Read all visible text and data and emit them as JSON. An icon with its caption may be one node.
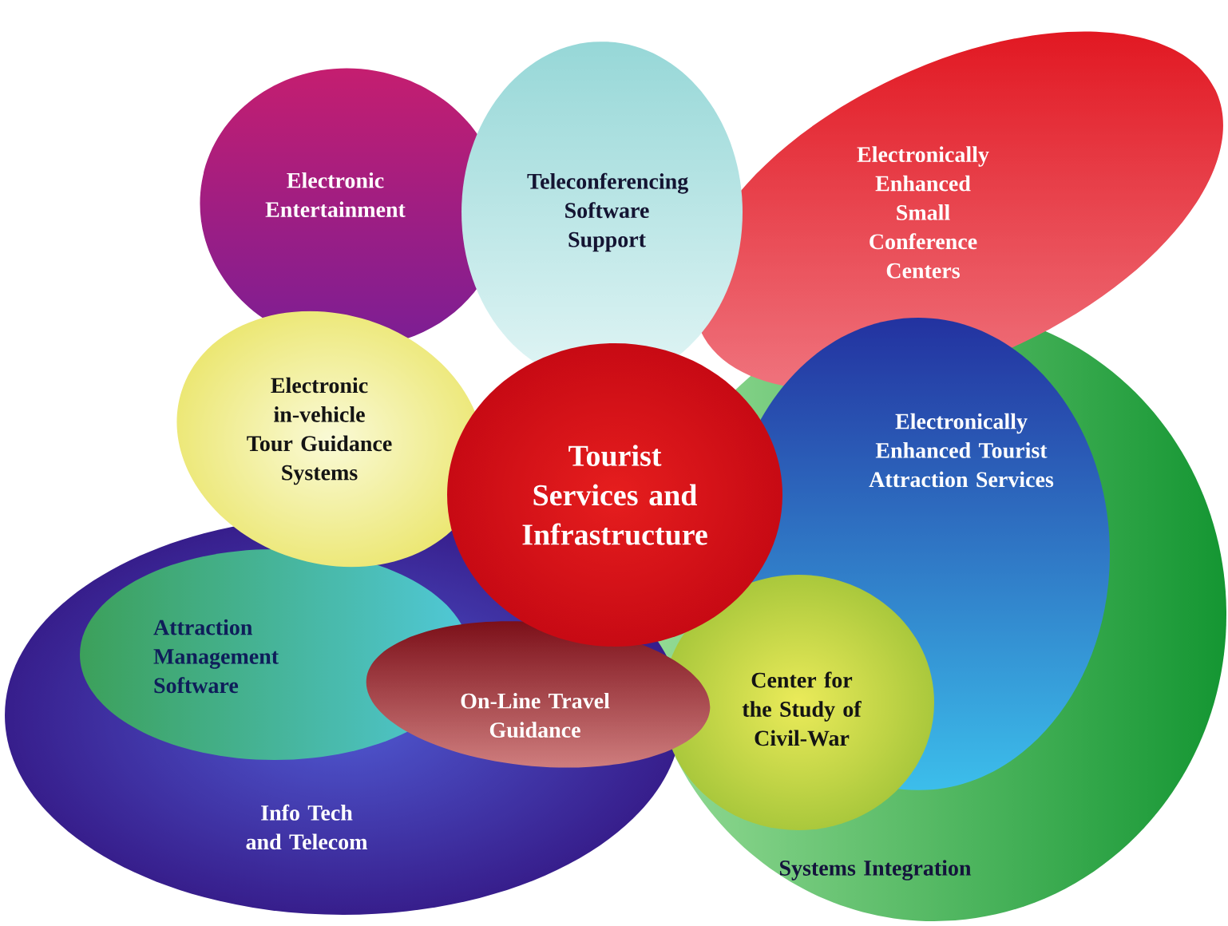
{
  "diagram": {
    "nodes": [
      {
        "text": [
          "Electronic Entertainment"
        ]
      },
      {
        "text": [
          "Teleconferencing Software Support"
        ]
      },
      {
        "text": [
          "Electronically Enhanced Small Conference Centers"
        ]
      },
      {
        "text": [
          "Electronic in-vehicle Tour Guidance Systems"
        ]
      },
      {
        "text": [
          "Tourist Services and Infrastructure"
        ]
      },
      {
        "text": [
          "Systems Integration"
        ]
      },
      {
        "text": [
          "Electronically Enhanced Tourist Attraction Services"
        ]
      },
      {
        "text": [
          "Info Tech and Telecom"
        ]
      },
      {
        "text": [
          "Attraction Management Software"
        ]
      },
      {
        "text": [
          "On-Line Travel Guidance"
        ]
      },
      {
        "text": [
          "Center for the Study of Civil-War"
        ]
      }
    ]
  }
}
